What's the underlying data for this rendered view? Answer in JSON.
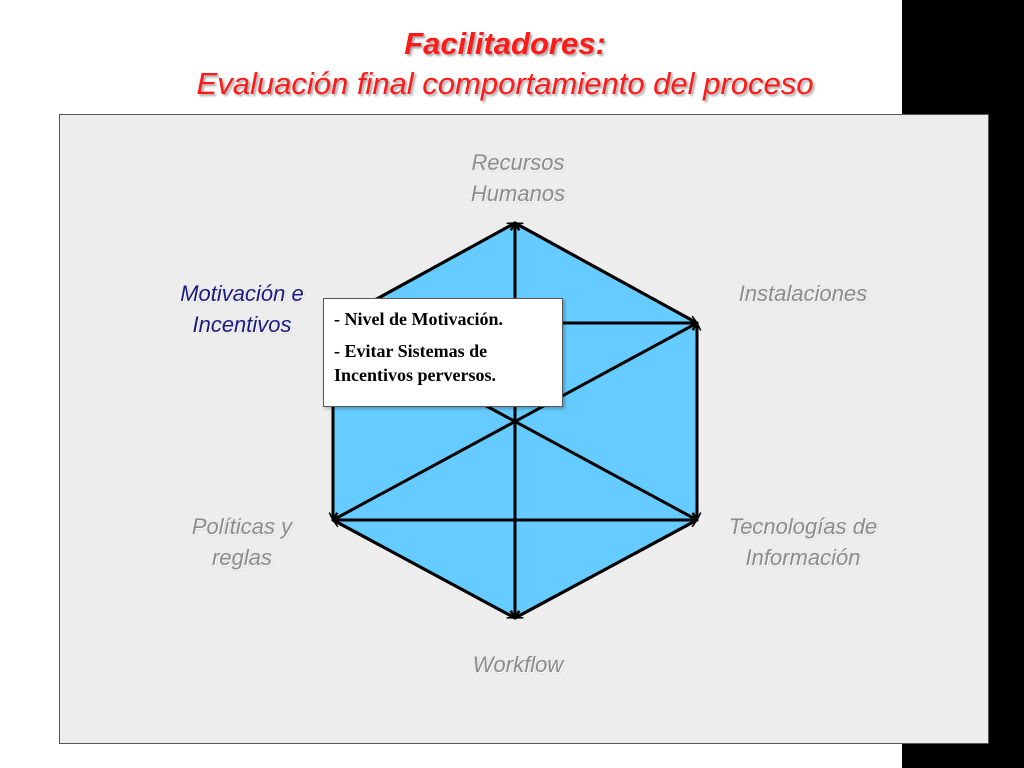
{
  "title": {
    "line1": "Facilitadores:",
    "line2": "Evaluación final comportamiento del proceso"
  },
  "nodes": {
    "top": [
      "Recursos",
      "Humanos"
    ],
    "top_right": [
      "Instalaciones"
    ],
    "bottom_right": [
      "Tecnologías de",
      "Información"
    ],
    "bottom": [
      "Workflow"
    ],
    "bottom_left": [
      "Políticas y",
      "reglas"
    ],
    "top_left": [
      "Motivación e",
      "Incentivos"
    ]
  },
  "callout": {
    "items": [
      "- Nivel de Motivación.",
      "- Evitar Sistemas de Incentivos perversos."
    ]
  },
  "colors": {
    "title": "#ff1a1a",
    "hexagon_fill": "#66ccff",
    "label_inactive": "#8c8c8c",
    "label_active": "#1a1a80",
    "panel_bg": "#ededed"
  }
}
